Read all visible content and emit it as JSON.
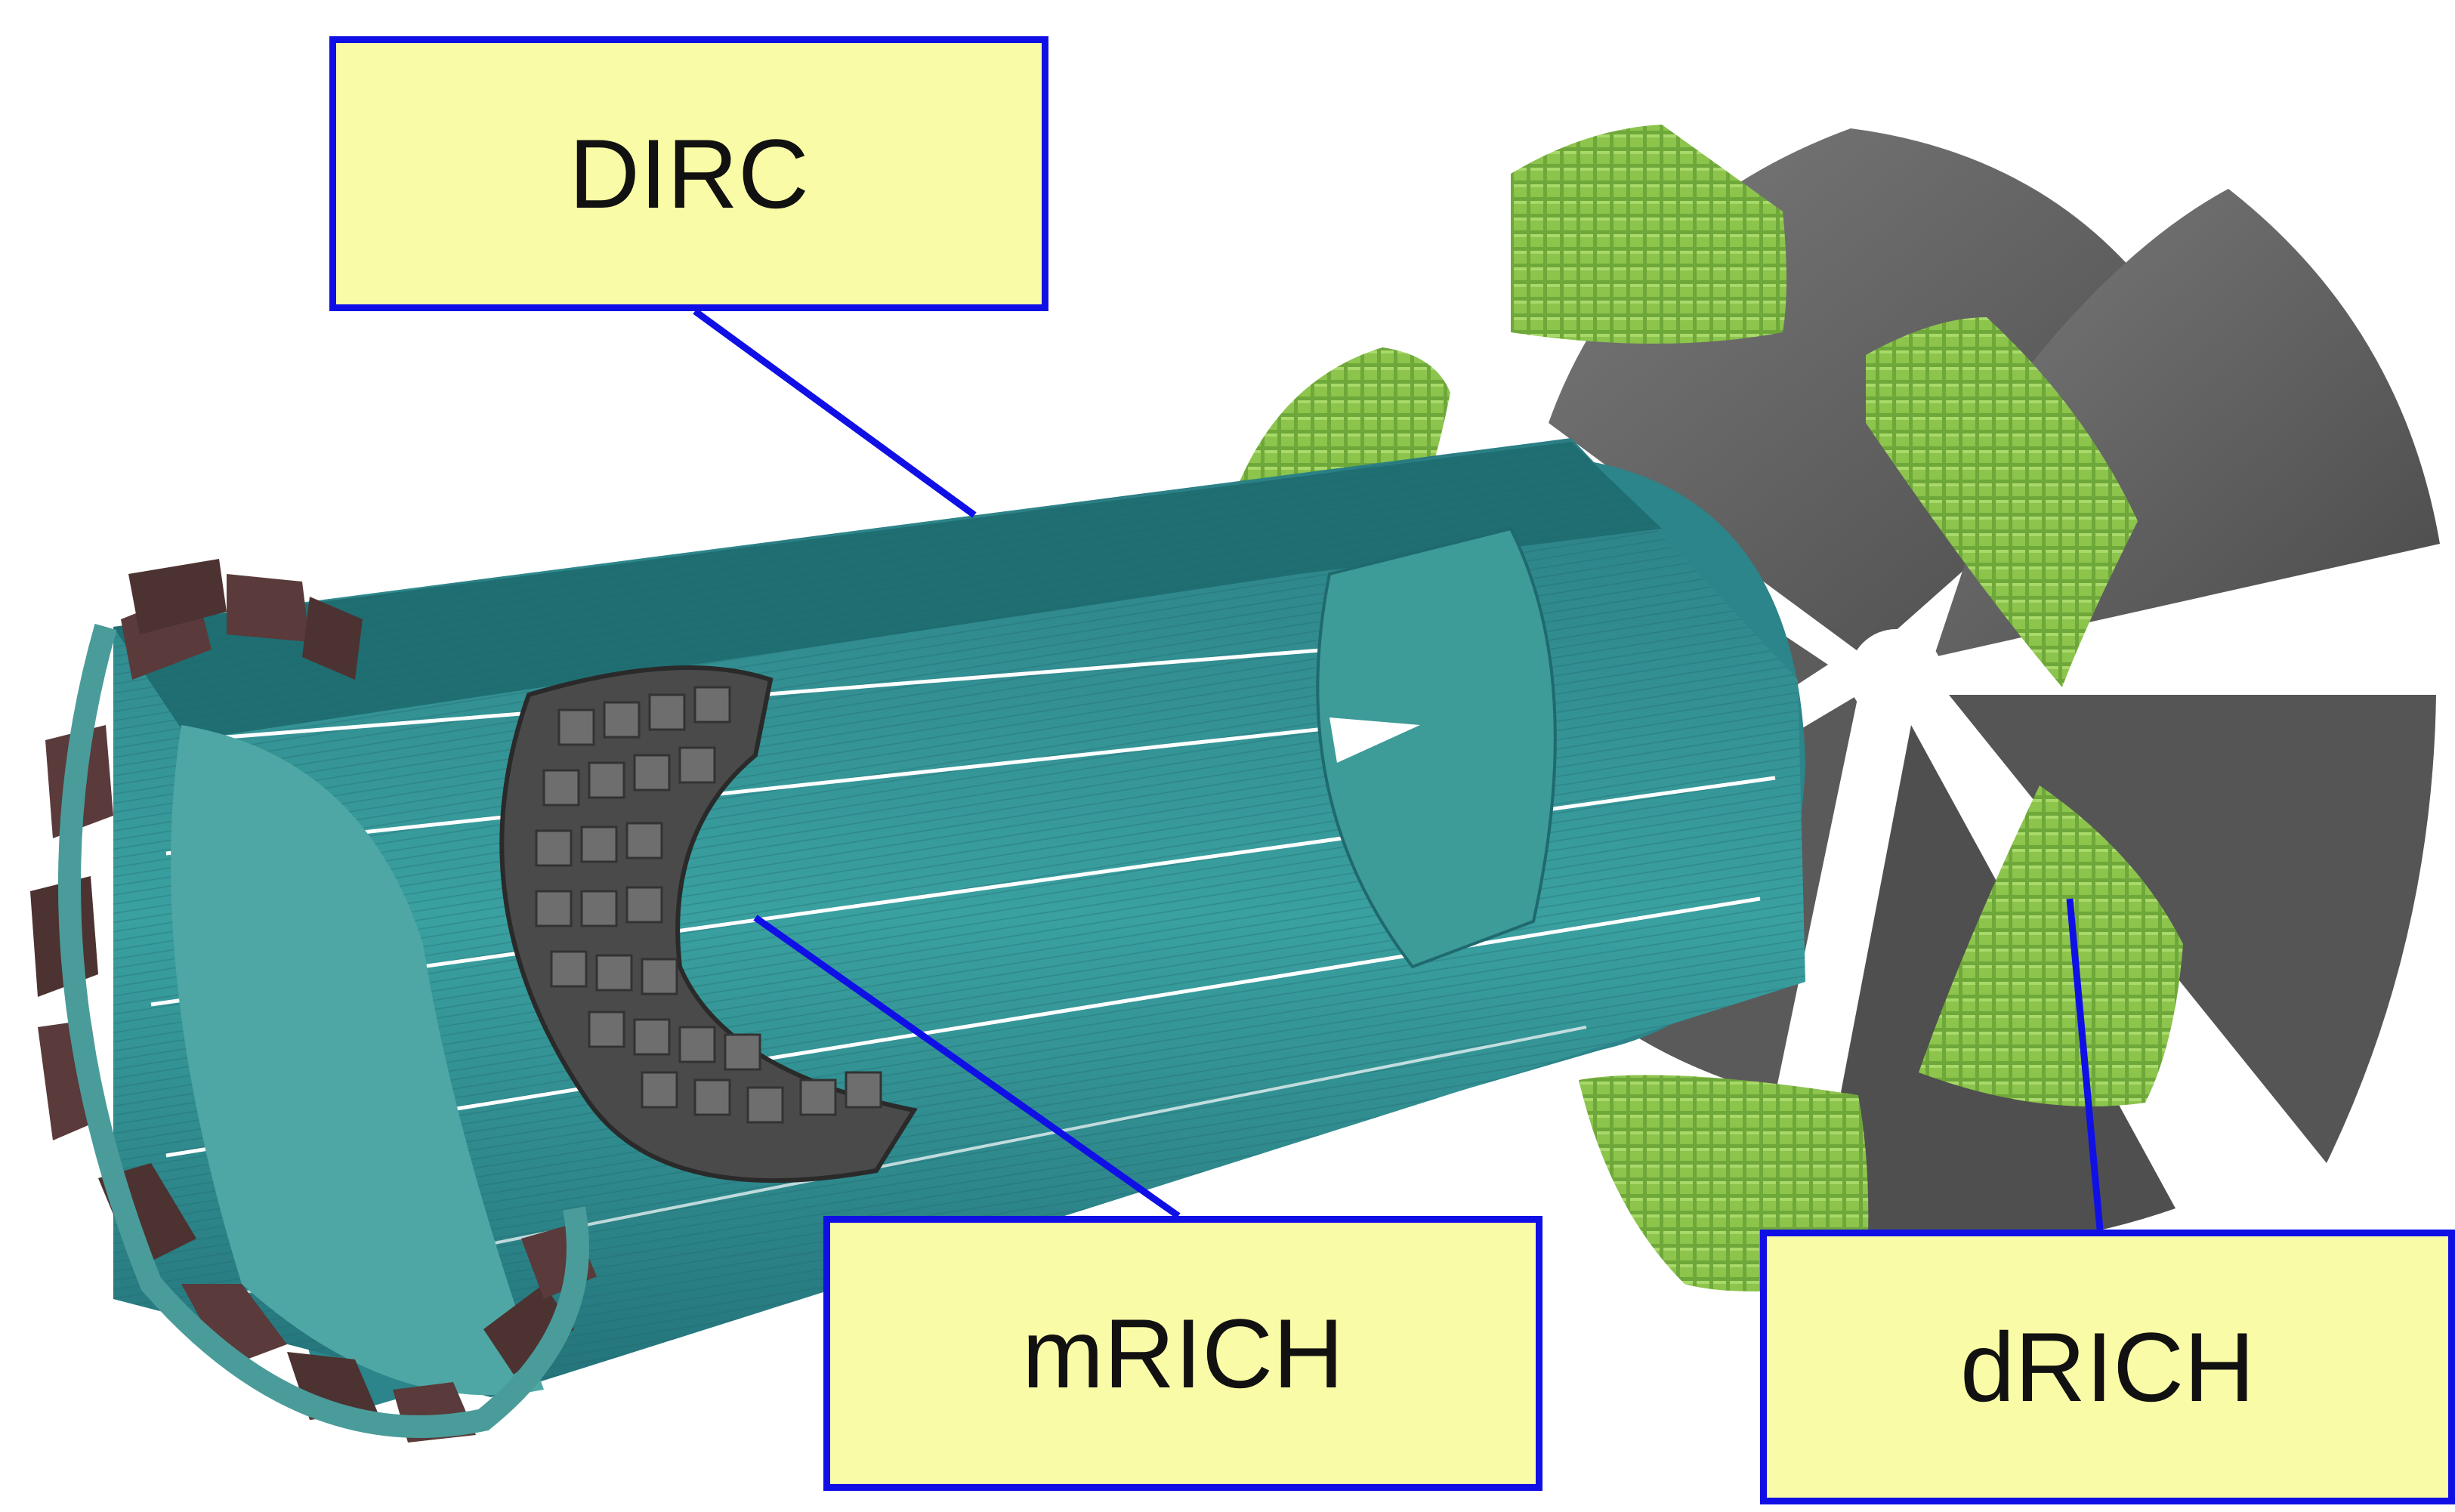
{
  "labels": {
    "dirc": "DIRC",
    "mrich": "mRICH",
    "drich": "dRICH"
  },
  "colors": {
    "callout_fill": "#fafba6",
    "callout_border": "#1010e6",
    "barrel": "#2f8f8f",
    "barrel_dark": "#1f6e72",
    "endcap_tile": "#5a3a3a",
    "mrich_module": "#555555",
    "drich_petal": "#5e5e5e",
    "sensor_green": "#74b03a"
  }
}
